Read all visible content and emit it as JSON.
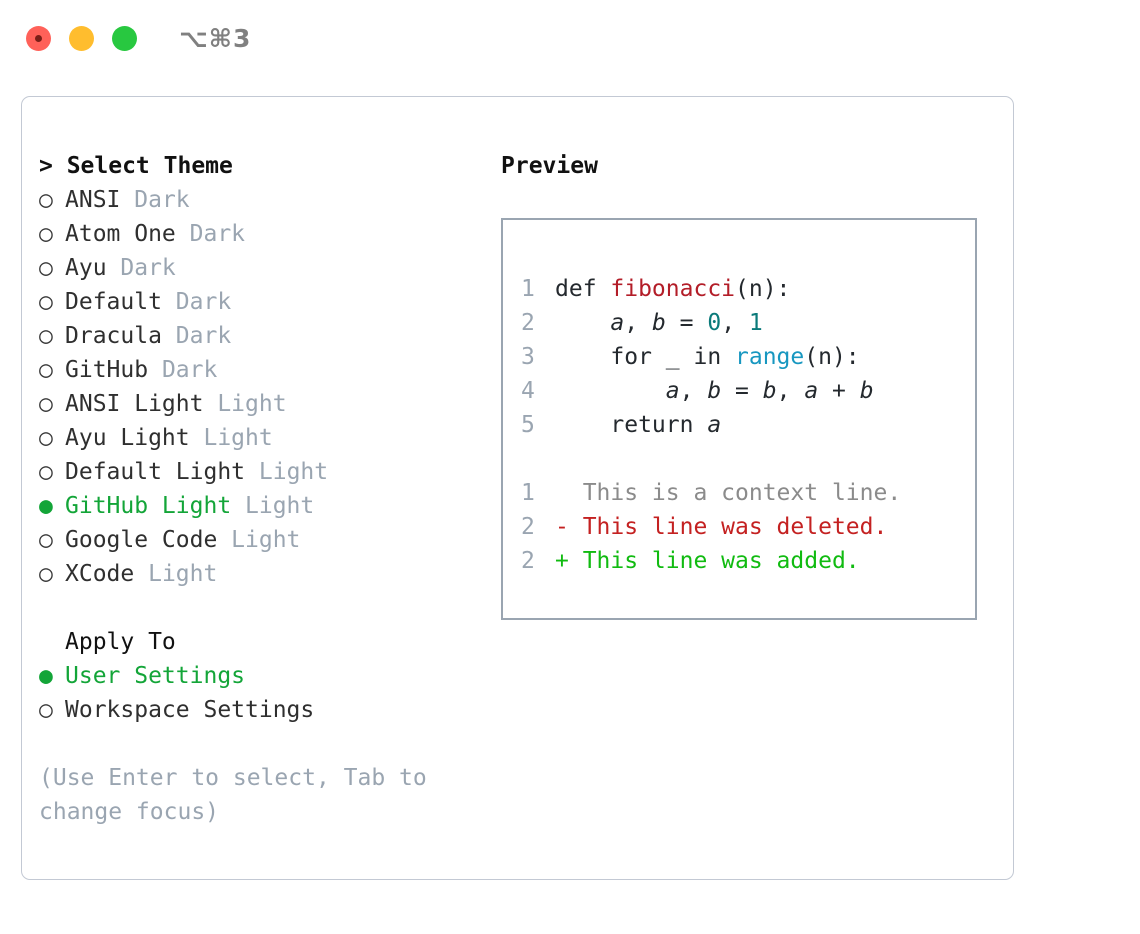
{
  "titlebar": {
    "shortcut": "⌥⌘3",
    "buttons": [
      "close",
      "minimize",
      "zoom"
    ]
  },
  "left": {
    "heading": "> Select Theme",
    "themes": [
      {
        "bullet": "○",
        "name": "ANSI",
        "category": "Dark",
        "selected": false
      },
      {
        "bullet": "○",
        "name": "Atom One",
        "category": "Dark",
        "selected": false
      },
      {
        "bullet": "○",
        "name": "Ayu",
        "category": "Dark",
        "selected": false
      },
      {
        "bullet": "○",
        "name": "Default",
        "category": "Dark",
        "selected": false
      },
      {
        "bullet": "○",
        "name": "Dracula",
        "category": "Dark",
        "selected": false
      },
      {
        "bullet": "○",
        "name": "GitHub",
        "category": "Dark",
        "selected": false
      },
      {
        "bullet": "○",
        "name": "ANSI Light",
        "category": "Light",
        "selected": false
      },
      {
        "bullet": "○",
        "name": "Ayu Light",
        "category": "Light",
        "selected": false
      },
      {
        "bullet": "○",
        "name": "Default Light",
        "category": "Light",
        "selected": false
      },
      {
        "bullet": "●",
        "name": "GitHub Light",
        "category": "Light",
        "selected": true
      },
      {
        "bullet": "○",
        "name": "Google Code",
        "category": "Light",
        "selected": false
      },
      {
        "bullet": "○",
        "name": "XCode",
        "category": "Light",
        "selected": false
      }
    ],
    "apply_heading": "Apply To",
    "apply_options": [
      {
        "bullet": "●",
        "name": "User Settings",
        "selected": true
      },
      {
        "bullet": "○",
        "name": "Workspace Settings",
        "selected": false
      }
    ],
    "hint": "(Use Enter to select, Tab to change focus)"
  },
  "right": {
    "heading": "Preview",
    "code_lines": [
      {
        "no": "1",
        "tokens": [
          {
            "t": "def ",
            "k": "plain"
          },
          {
            "t": "fibonacci",
            "k": "func"
          },
          {
            "t": "(n):",
            "k": "plain"
          }
        ]
      },
      {
        "no": "2",
        "tokens": [
          {
            "t": "    ",
            "k": "plain"
          },
          {
            "t": "a",
            "k": "var"
          },
          {
            "t": ", ",
            "k": "plain"
          },
          {
            "t": "b",
            "k": "var"
          },
          {
            "t": " = ",
            "k": "plain"
          },
          {
            "t": "0",
            "k": "num"
          },
          {
            "t": ", ",
            "k": "plain"
          },
          {
            "t": "1",
            "k": "num"
          }
        ]
      },
      {
        "no": "3",
        "tokens": [
          {
            "t": "    for _ in ",
            "k": "plain"
          },
          {
            "t": "range",
            "k": "call"
          },
          {
            "t": "(n):",
            "k": "plain"
          }
        ]
      },
      {
        "no": "4",
        "tokens": [
          {
            "t": "        ",
            "k": "plain"
          },
          {
            "t": "a",
            "k": "var"
          },
          {
            "t": ", ",
            "k": "plain"
          },
          {
            "t": "b",
            "k": "var"
          },
          {
            "t": " = ",
            "k": "plain"
          },
          {
            "t": "b",
            "k": "var"
          },
          {
            "t": ", ",
            "k": "plain"
          },
          {
            "t": "a",
            "k": "var"
          },
          {
            "t": " + ",
            "k": "plain"
          },
          {
            "t": "b",
            "k": "var"
          }
        ]
      },
      {
        "no": "5",
        "tokens": [
          {
            "t": "    return ",
            "k": "plain"
          },
          {
            "t": "a",
            "k": "var"
          }
        ]
      }
    ],
    "diff_lines": [
      {
        "no": "1",
        "marker": " ",
        "text": " This is a context line.",
        "kind": "context"
      },
      {
        "no": "2",
        "marker": "-",
        "text": " This line was deleted.",
        "kind": "deleted"
      },
      {
        "no": "2",
        "marker": "+",
        "text": " This line was added.",
        "kind": "added"
      }
    ]
  },
  "colors": {
    "selected_green": "#13a538",
    "muted_gray": "#9aa5b1",
    "func_red": "#b31d28",
    "number_teal": "#0b7a7a",
    "call_blue": "#1797c0",
    "diff_deleted": "#c42121",
    "diff_added": "#11bb11",
    "panel_border": "#c3c9d4",
    "preview_border": "#9aa5b1"
  }
}
